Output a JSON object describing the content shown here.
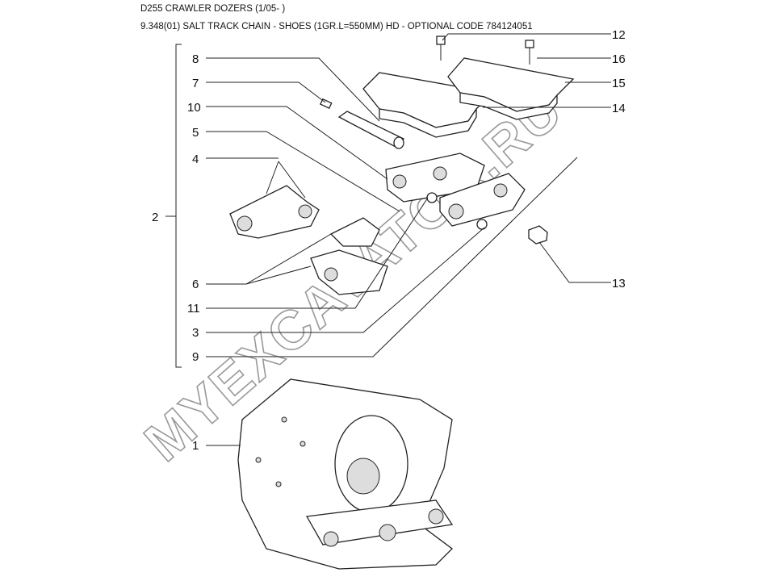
{
  "header": {
    "model": "D255 CRAWLER DOZERS (1/05- )",
    "title": "9.348(01) SALT TRACK CHAIN - SHOES (1GR.L=550MM) HD - OPTIONAL CODE 784124051"
  },
  "callouts": {
    "c1": "1",
    "c2": "2",
    "c3": "3",
    "c4": "4",
    "c5": "5",
    "c6": "6",
    "c7": "7",
    "c8": "8",
    "c9": "9",
    "c10": "10",
    "c11": "11",
    "c12": "12",
    "c13": "13",
    "c14": "14",
    "c15": "15",
    "c16": "16"
  },
  "watermark": "MYEXCAVATOR.RU"
}
